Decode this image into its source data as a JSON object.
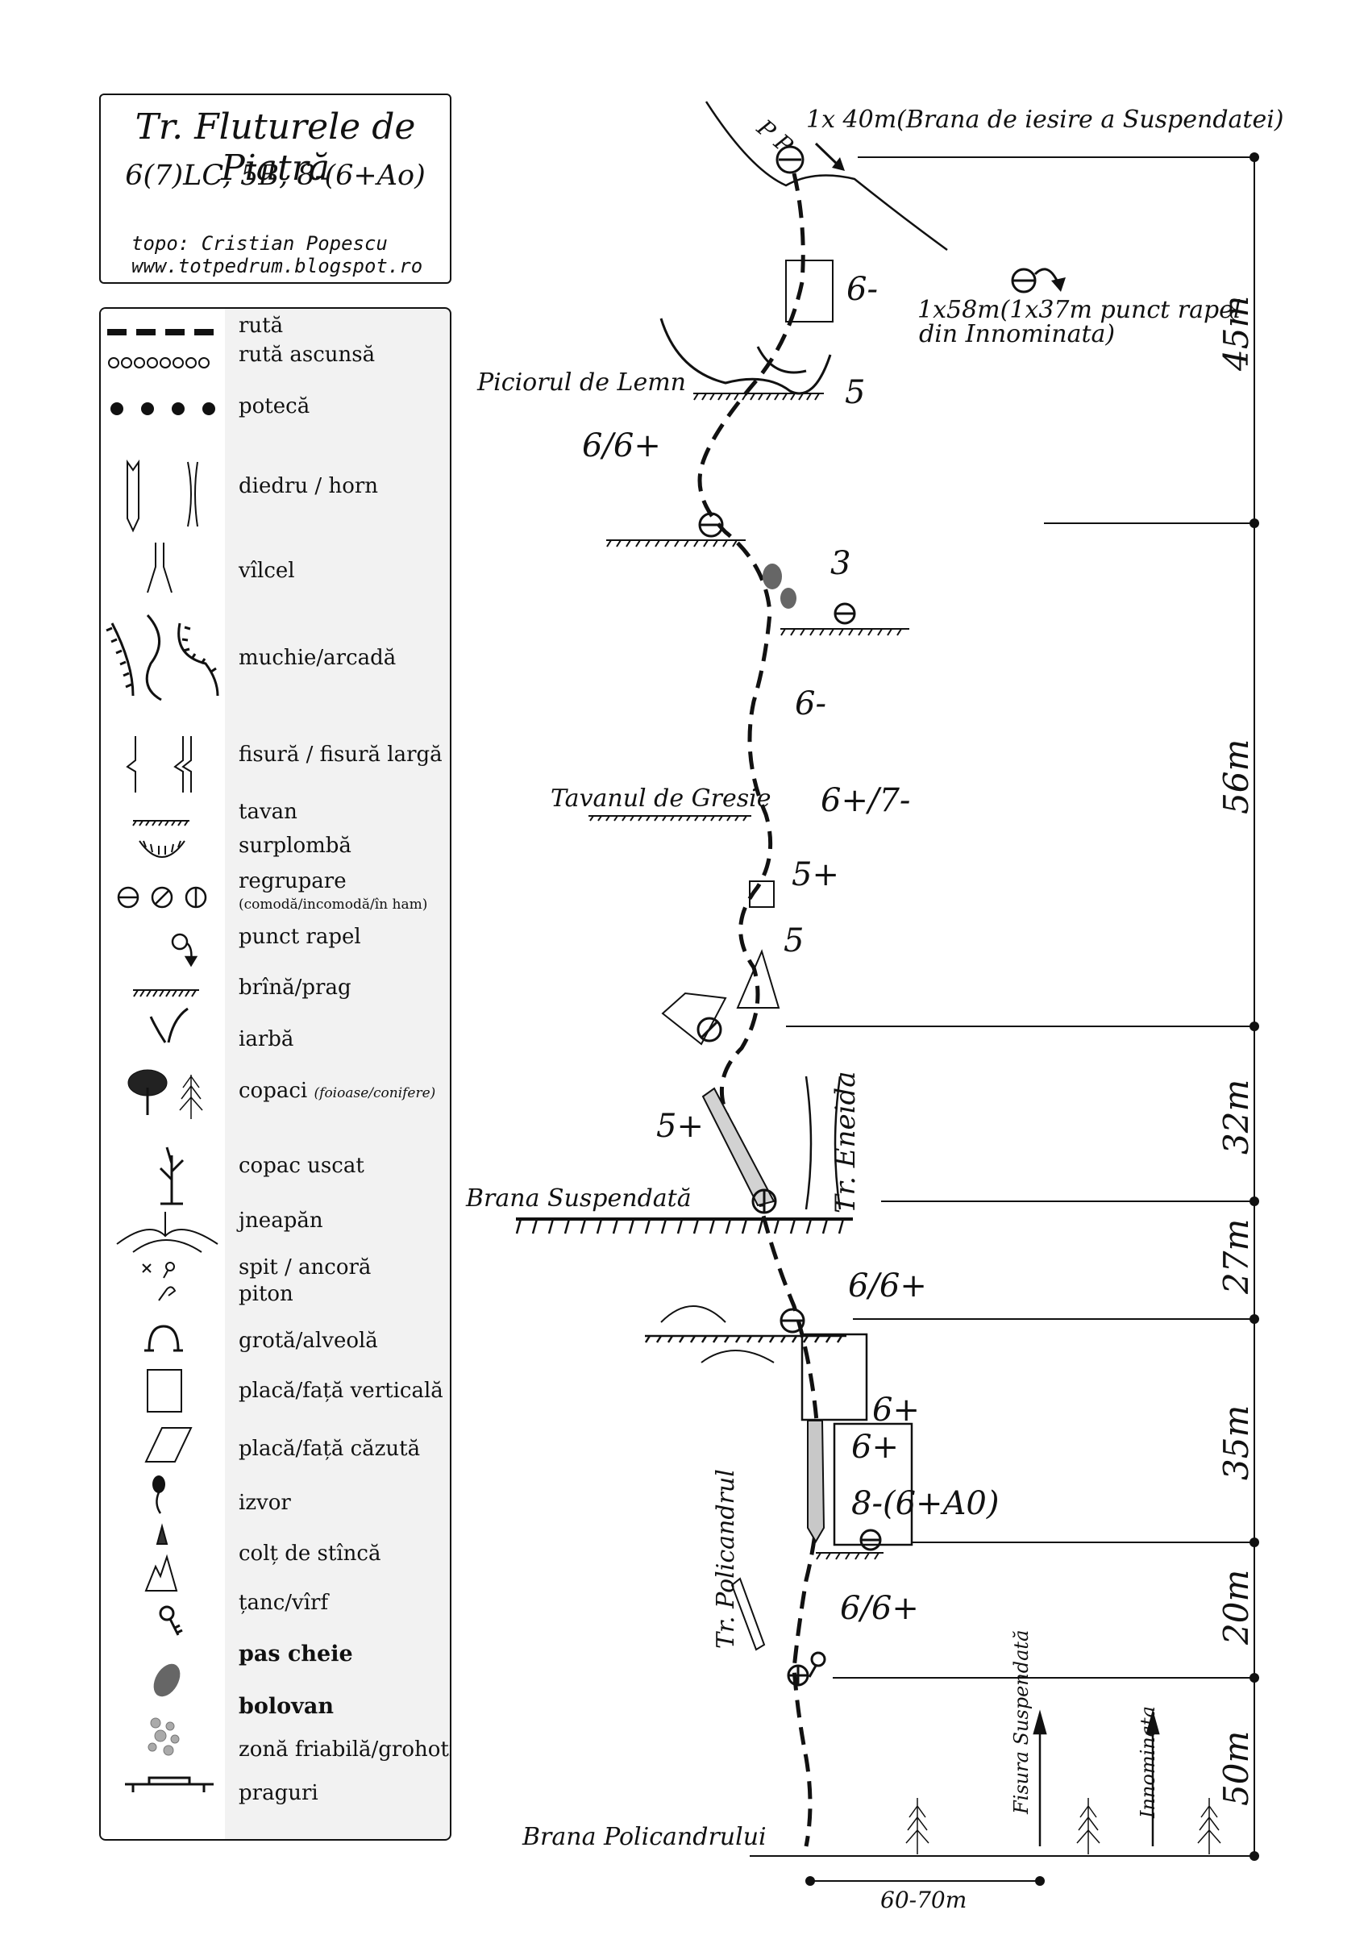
{
  "title": {
    "name": "Tr. Fluturele de Piatră",
    "grade": "6(7)LC, 5B, 8-(6+Ao)",
    "topo_author": "topo: Cristian Popescu",
    "website": "www.totpedrum.blogspot.ro"
  },
  "legend": {
    "route": "rută",
    "hidden_route": "rută ascunsă",
    "path": "potecă",
    "dihedral_chimney": "diedru / horn",
    "gully": "vîlcel",
    "edge_arch": "muchie/arcadă",
    "crack": "fisură / fisură largă",
    "roof": "tavan",
    "overhang": "surplombă",
    "belay": "regrupare",
    "belay_note": "(comodă/incomodă/în ham)",
    "rappel": "punct rapel",
    "ledge": "brînă/prag",
    "grass": "iarbă",
    "trees": "copaci",
    "trees_note": "(foioase/conifere)",
    "dead_tree": "copac uscat",
    "juniper": "jneapăn",
    "bolt_anchor": "spit / ancoră",
    "piton": "piton",
    "cave": "grotă/alveolă",
    "vertical_slab": "placă/față verticală",
    "leaning_slab": "placă/față căzută",
    "spring": "izvor",
    "rock_tooth": "colț de stîncă",
    "tower_peak": "țanc/vîrf",
    "key_move": "pas cheie",
    "boulder": "bolovan",
    "scree": "zonă friabilă/grohotiș",
    "steps": "praguri"
  },
  "topo": {
    "rappel_top": "1x 40m(Brana de iesire a Suspendatei)",
    "rappel_alt_1": "1x58m(1x37m punct rapel",
    "rappel_alt_2": "din Innominata)",
    "place_picior": "Piciorul de Lemn",
    "place_tavan": "Tavanul de Gresie",
    "place_brana_susp": "Brana Suspendată",
    "place_brana_polic": "Brana Policandrului",
    "route_eneida": "Tr. Eneida",
    "route_policandrul": "Tr. Policandrul",
    "route_fisura": "Fisura Suspendată",
    "route_innominata": "Innominata",
    "base_width": "60-70m",
    "grades": [
      "6-",
      "5",
      "6/6+",
      "3",
      "6-",
      "6+/7-",
      "5+",
      "5",
      "5+",
      "6/6+",
      "6+",
      "6+",
      "8-(6+A0)",
      "6/6+"
    ],
    "heights": [
      "45m",
      "56m",
      "32m",
      "27m",
      "35m",
      "20m",
      "50m"
    ]
  }
}
